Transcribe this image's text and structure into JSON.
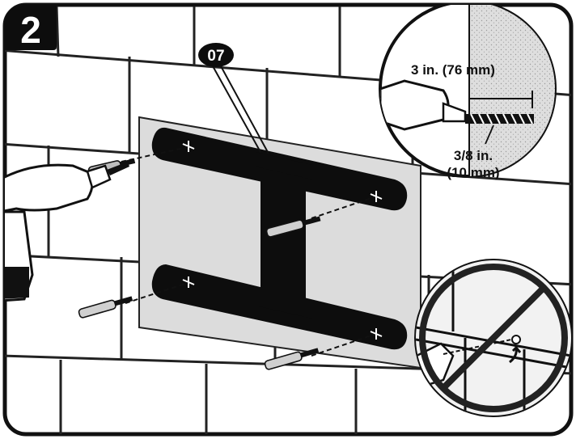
{
  "step": {
    "number": "2"
  },
  "part": {
    "label": "07"
  },
  "depth_inset": {
    "depth_label": "3 in. (76 mm)",
    "bit_label_line1": "3/8 in.",
    "bit_label_line2": "(10 mm)"
  },
  "colors": {
    "frame": "#111111",
    "wall_gray": "#dcdcdc",
    "bracket": "#0d0d0d",
    "mortar": "#222222",
    "no_symbol": "#222222"
  },
  "icons": [
    "drill-icon",
    "wall-anchor-icon",
    "prohibited-icon"
  ]
}
